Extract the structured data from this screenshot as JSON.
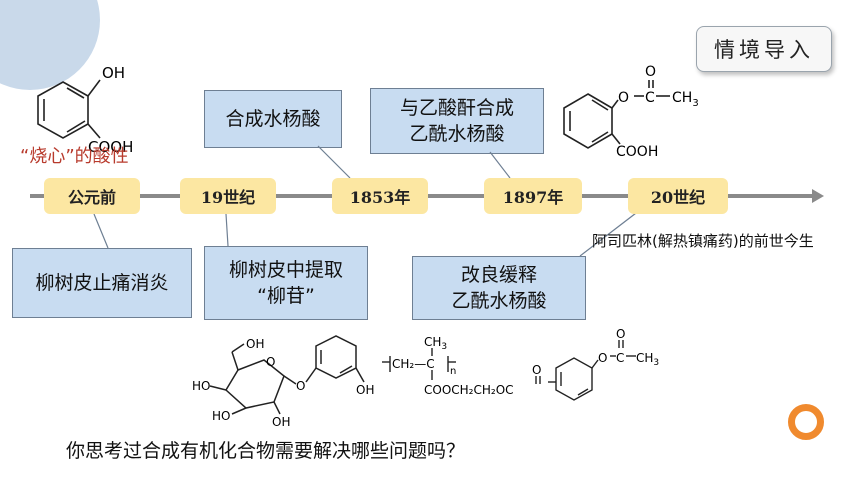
{
  "badge": {
    "label": "情境导入"
  },
  "timeline": {
    "nodes": [
      "公元前",
      "19世纪",
      "1853年",
      "1897年",
      "20世纪"
    ]
  },
  "top_boxes": [
    {
      "line1": "合成水杨酸"
    },
    {
      "line1": "与乙酸酐合成",
      "line2": "乙酰水杨酸"
    }
  ],
  "bottom_boxes": [
    {
      "line1": "柳树皮止痛消炎"
    },
    {
      "line1": "柳树皮中提取",
      "line2": "“柳苷”"
    },
    {
      "line1": "改良缓释",
      "line2": "乙酰水杨酸"
    }
  ],
  "salicylic": {
    "oh": "OH",
    "cooh": "COOH",
    "caption": "“烧心”的酸性"
  },
  "aspirin": {
    "o": "O",
    "c": "C",
    "ch3": "CH",
    "ch3_sub": "3",
    "carbonyl_o": "O",
    "cooh": "COOH"
  },
  "aspirin_caption": "阿司匹林(解热镇痛药)的前世今生",
  "salicin": {
    "oh1": "OH",
    "ho1": "HO",
    "ho2": "HO",
    "oh2": "OH",
    "o_ring": "O",
    "o_link": "O",
    "oh3": "OH"
  },
  "polymer": {
    "ch3": "CH",
    "ch3_sub": "3",
    "chain": "CH₂—C",
    "n": "n",
    "ester": "COOCH₂CH₂OC",
    "o_aryl": "O",
    "c": "C",
    "ch3b": "CH",
    "ch3b_sub": "3",
    "o_top": "O",
    "o_bottom": "O"
  },
  "question": "你思考过合成有机化合物需要解决哪些问题吗？",
  "colors": {
    "node_fill": "#fce7a2",
    "box_fill": "#c8dcf1",
    "accent_orange": "#f08a2e",
    "caption_red": "#b83a2c"
  }
}
